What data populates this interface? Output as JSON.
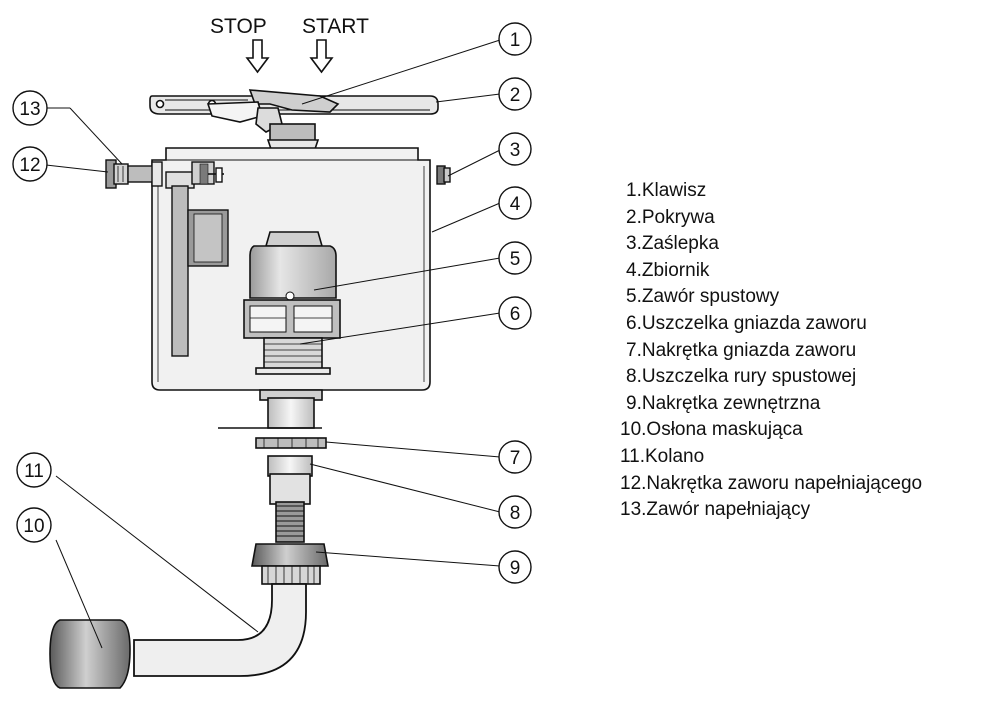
{
  "arrows": {
    "stop_label": "STOP",
    "start_label": "START"
  },
  "callouts": [
    "1",
    "2",
    "3",
    "4",
    "5",
    "6",
    "7",
    "8",
    "9",
    "10",
    "11",
    "12",
    "13"
  ],
  "legend": {
    "items": [
      {
        "label": "1.Klawisz"
      },
      {
        "label": "2.Pokrywa"
      },
      {
        "label": "3.Zaślepka"
      },
      {
        "label": "4.Zbiornik"
      },
      {
        "label": "5.Zawór spustowy"
      },
      {
        "label": "6.Uszczelka gniazda zaworu"
      },
      {
        "label": "7.Nakrętka gniazda zaworu"
      },
      {
        "label": "8.Uszczelka rury spustowej"
      },
      {
        "label": "9.Nakrętka zewnętrzna"
      },
      {
        "label": "10.Osłona maskująca"
      },
      {
        "label": "11.Kolano"
      },
      {
        "label": "12.Nakrętka zaworu napełniającego"
      },
      {
        "label": "13.Zawór napełniający"
      }
    ]
  },
  "colors": {
    "stroke": "#111111",
    "fill_light": "#f2f2f2",
    "fill_mid": "#d9d9d9",
    "fill_dark": "#8c8c8c"
  }
}
